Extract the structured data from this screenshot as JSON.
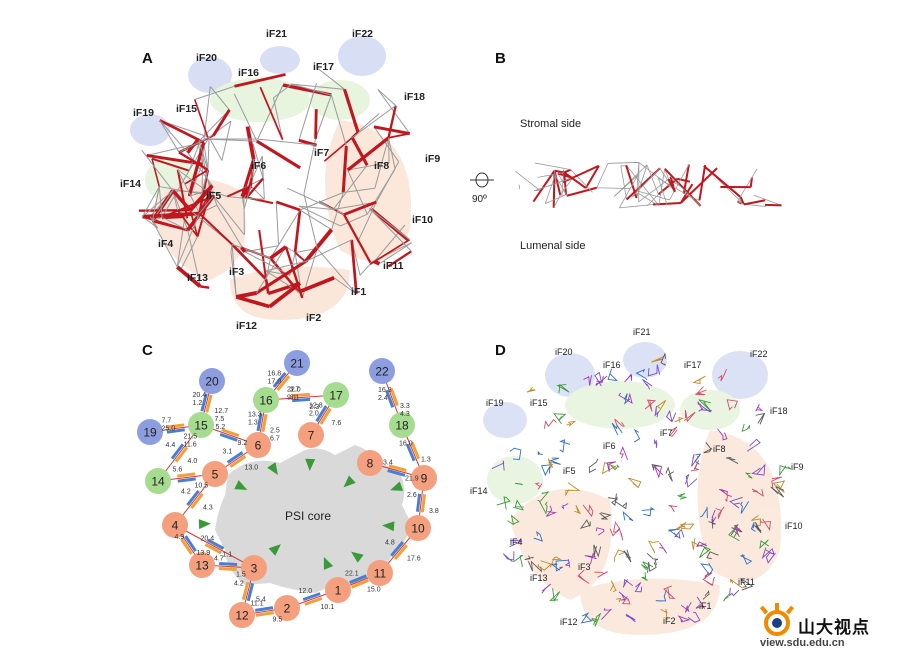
{
  "panels": {
    "A": {
      "label": "A",
      "subunits": [
        "iF20",
        "iF21",
        "iF22",
        "iF16",
        "iF17",
        "iF18",
        "iF19",
        "iF15",
        "iF9",
        "iF14",
        "iF6",
        "iF7",
        "iF8",
        "iF5",
        "iF10",
        "iF4",
        "iF11",
        "iF13",
        "iF3",
        "iF1",
        "iF12",
        "iF2"
      ]
    },
    "B": {
      "label": "B",
      "stromal": "Stromal side",
      "lumenal": "Lumenal side",
      "rotation": "90º"
    },
    "C": {
      "label": "C",
      "core_label": "PSI core",
      "nodes": [
        {
          "id": "20",
          "c": "blue"
        },
        {
          "id": "21",
          "c": "blue"
        },
        {
          "id": "22",
          "c": "blue"
        },
        {
          "id": "19",
          "c": "blue"
        },
        {
          "id": "16",
          "c": "green"
        },
        {
          "id": "17",
          "c": "green"
        },
        {
          "id": "15",
          "c": "green"
        },
        {
          "id": "18",
          "c": "green"
        },
        {
          "id": "14",
          "c": "green"
        },
        {
          "id": "6",
          "c": "red"
        },
        {
          "id": "7",
          "c": "red"
        },
        {
          "id": "5",
          "c": "red"
        },
        {
          "id": "8",
          "c": "red"
        },
        {
          "id": "9",
          "c": "red"
        },
        {
          "id": "4",
          "c": "red"
        },
        {
          "id": "10",
          "c": "red"
        },
        {
          "id": "3",
          "c": "red"
        },
        {
          "id": "13",
          "c": "red"
        },
        {
          "id": "11",
          "c": "red"
        },
        {
          "id": "1",
          "c": "red"
        },
        {
          "id": "12",
          "c": "red"
        },
        {
          "id": "2",
          "c": "red"
        }
      ],
      "flux_labels": [
        "20.4",
        "12.7",
        "16.8",
        "3.7",
        "16.3",
        "3.3",
        "7.7",
        "21.5",
        "22.0",
        "12.8",
        "13.3",
        "2.5",
        "2.3",
        "7.6",
        "5.2",
        "9.2",
        "4.4",
        "4.0",
        "5.6",
        "10.5",
        "4.2",
        "4.3",
        "3.1",
        "13.0",
        "16.0",
        "1.3",
        "3.4",
        "21.9",
        "2.6",
        "3.8",
        "4.8",
        "17.6",
        "22.1",
        "15.0",
        "12.0",
        "10.1",
        "11.1",
        "9.5",
        "4.2",
        "5.4",
        "4.7",
        "1.5",
        "4.9",
        "13.9",
        "20.4",
        "1.1",
        "1.2",
        "7.5",
        "17.0",
        "3.1",
        "2.4",
        "4.3",
        "25.0",
        "11.6",
        "9.1",
        "2.0",
        "1.3",
        "6.7"
      ]
    },
    "D": {
      "label": "D",
      "subunits": [
        "iF20",
        "iF21",
        "iF16",
        "iF17",
        "iF22",
        "iF19",
        "iF15",
        "iF18",
        "iF6",
        "iF7",
        "iF8",
        "iF9",
        "iF14",
        "iF5",
        "iF10",
        "iF4",
        "iF3",
        "iF13",
        "iF11",
        "iF12",
        "iF2",
        "iF1"
      ]
    }
  },
  "watermark": {
    "text": "山大视点",
    "url": "view.sdu.edu.cn"
  },
  "colors": {
    "red_node": "#f4a07e",
    "green_node": "#a6dc90",
    "blue_node": "#8d9ee0",
    "core": "#d8d8d8",
    "edge_red": "#c0161d",
    "edge_grey": "#9a9a9a",
    "orange_arrow": "#f0a03c",
    "blue_arrow": "#4a7fd0"
  }
}
